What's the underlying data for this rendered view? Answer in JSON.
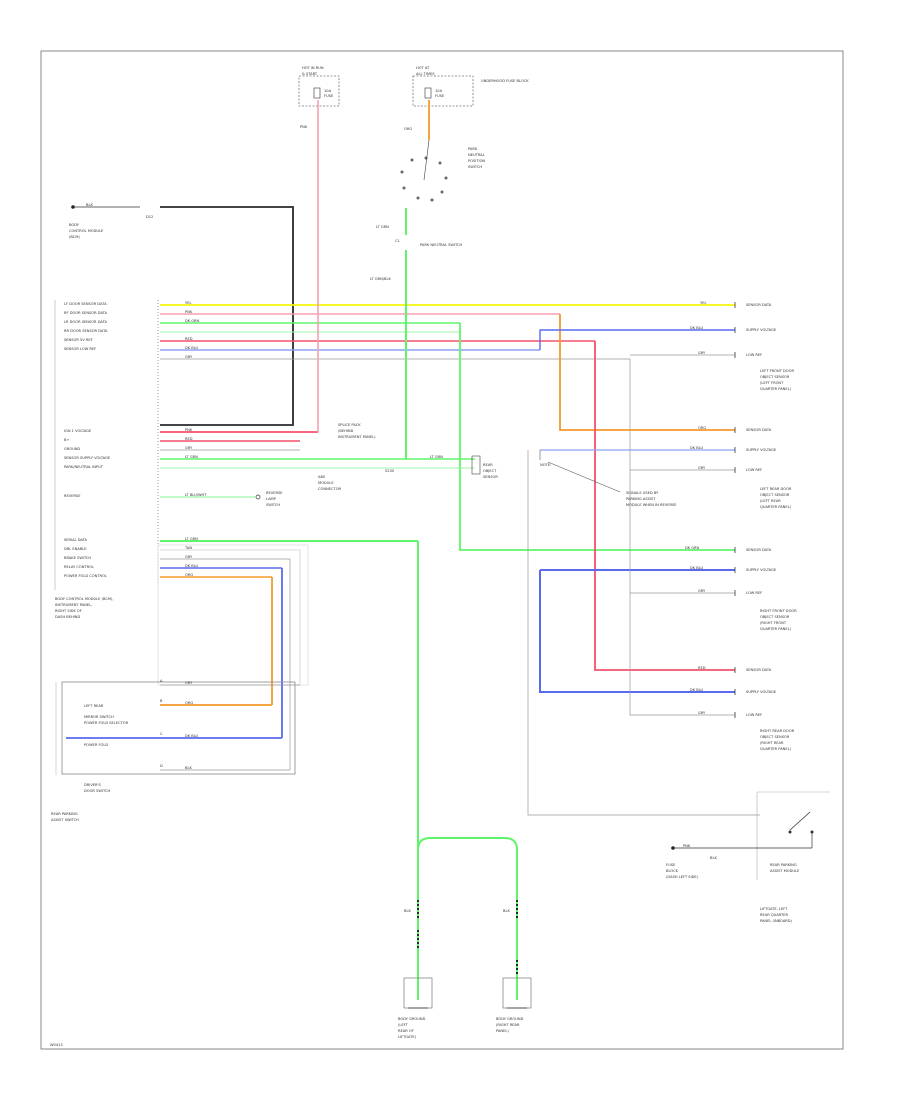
{
  "colors": {
    "yellow": "#f5f50a",
    "orange": "#f59a2a",
    "green": "#5ef56a",
    "pink": "#f5a0b0",
    "red": "#f5506a",
    "blue": "#5a6af0",
    "light_blue": "#8fa0f5",
    "dark": "#2a2a2a",
    "gray": "#999999"
  },
  "fuses": {
    "left_title": "HOT IN RUN",
    "left_sub": "& START",
    "left_fuse": "10A",
    "left_fuse_label": "FUSE",
    "right_title": "HOT AT",
    "right_sub": "ALL TIMES",
    "right_fuse": "10A",
    "right_fuse_label": "FUSE",
    "right_box_label": "UNDERHOOD FUSE BLOCK",
    "wire_left": "PNK",
    "wire_right": "ORG"
  },
  "switch": {
    "label_lines": [
      "PARK",
      "NEUTRAL",
      "POSITION",
      "SWITCH"
    ],
    "wire_top": "LT GRN",
    "wire_label": "C1",
    "connector_label": "PARK NEUTRAL SWITCH",
    "wire_bottom": "LT GRN/BLK"
  },
  "module": {
    "ground_wire": "BLK",
    "ground_pin": "D12",
    "box_lines": [
      "BODY",
      "CONTROL MODULE",
      "(BCM)"
    ],
    "pins_top": [
      "LF DOOR SENSOR DATA",
      "RF DOOR SENSOR DATA",
      "LR DOOR SENSOR DATA",
      "RR DOOR SENSOR DATA",
      "SENSOR 5V REF",
      "SENSOR LOW REF"
    ],
    "pins_mid": [
      "IGN 1 VOLTAGE",
      "B+",
      "GROUND",
      "SENSOR SUPPLY VOLTAGE",
      "PARK/NEUTRAL INPUT"
    ],
    "pin_reverse": "REVERSE",
    "pins_bottom": [
      "SERIAL DATA",
      "DRL ENABLE",
      "BRAKE SWITCH",
      "RELAY CONTROL",
      "POWER FOLD CONTROL"
    ],
    "sub_label_lines": [
      "BODY CONTROL MODULE (BCM),",
      "INSTRUMENT PANEL,",
      "RIGHT SIDE OF",
      "DASH BEHIND"
    ]
  },
  "wires": {
    "yellow": "YEL",
    "pink": "PNK",
    "orange": "ORG",
    "green": "DK GRN",
    "red": "RED",
    "blue": "DK BLU",
    "gray": "GRY",
    "black": "BLK",
    "ltgrn": "LT GRN",
    "tan": "TAN",
    "white": "WHT"
  },
  "door_sensors": [
    {
      "title": "LEFT FRONT DOOR",
      "lines": [
        "OBJECT SENSOR",
        "(LEFT FRONT",
        "QUARTER PANEL)"
      ],
      "pins": [
        "SENSOR DATA",
        "SUPPLY VOLTAGE",
        "LOW REF"
      ]
    },
    {
      "title": "LEFT REAR DOOR",
      "lines": [
        "OBJECT SENSOR",
        "(LEFT REAR",
        "QUARTER PANEL)"
      ],
      "pins": [
        "SENSOR DATA",
        "SUPPLY VOLTAGE",
        "LOW REF"
      ]
    },
    {
      "title": "RIGHT FRONT DOOR",
      "lines": [
        "OBJECT SENSOR",
        "(RIGHT FRONT",
        "QUARTER PANEL)"
      ],
      "pins": [
        "SENSOR DATA",
        "SUPPLY VOLTAGE",
        "LOW REF"
      ]
    },
    {
      "title": "RIGHT REAR DOOR",
      "lines": [
        "OBJECT SENSOR",
        "(RIGHT REAR",
        "QUARTER PANEL)"
      ],
      "pins": [
        "SENSOR DATA",
        "SUPPLY VOLTAGE",
        "LOW REF"
      ]
    }
  ],
  "splices": {
    "center_label_lines": [
      "SPLICE PACK",
      "(BEHIND",
      "INSTRUMENT PANEL)"
    ],
    "center_pin": "S200",
    "right_label_lines": [
      "REAR",
      "OBJECT",
      "SENSOR"
    ],
    "reverse_label_lines": [
      "REVERSE",
      "LAMP",
      "SWITCH"
    ],
    "cruise_label_lines": [
      "ABS",
      "MODULE",
      "CONNECTOR"
    ],
    "note_lines": [
      "NOTE:",
      "SIGNALS USED BY",
      "PARKING ASSIST",
      "MODULE WHEN IN REVERSE"
    ],
    "reverse_wire": "LT BLU/WHT"
  },
  "mirror": {
    "title": "LEFT REAR",
    "pin_labels": [
      "MIRROR SWITCH",
      "POWER FOLD SELECTOR",
      "POWER FOLD"
    ],
    "wire_labels": [
      "GRY",
      "ORG",
      "DK BLU",
      "BLK"
    ],
    "box_lines": [
      "DRIVER'S",
      "DOOR SWITCH"
    ],
    "caption_lines": [
      "REAR PARKING",
      "ASSIST SWITCH"
    ],
    "pin_codes": [
      "A",
      "B",
      "C",
      "D"
    ]
  },
  "bottom_right": {
    "fuse_label_lines": [
      "FUSE",
      "BLOCK",
      "(DASH LEFT SIDE)"
    ],
    "wire": "PNK",
    "ground": "BLK",
    "module_lines": [
      "REAR PARKING",
      "ASSIST MODULE"
    ],
    "caption_lines": [
      "LIFTGATE, LEFT",
      "REAR QUARTER",
      "PANEL (INBOARD)"
    ]
  },
  "grounds": {
    "left_lines": [
      "BODY GROUND",
      "(LEFT",
      "REAR OF",
      "LIFTGATE)"
    ],
    "right_lines": [
      "BODY GROUND",
      "(RIGHT REAR",
      "PANEL)"
    ],
    "wire_left": "BLK",
    "wire_right": "BLK"
  },
  "footer": {
    "code": "W0413"
  }
}
